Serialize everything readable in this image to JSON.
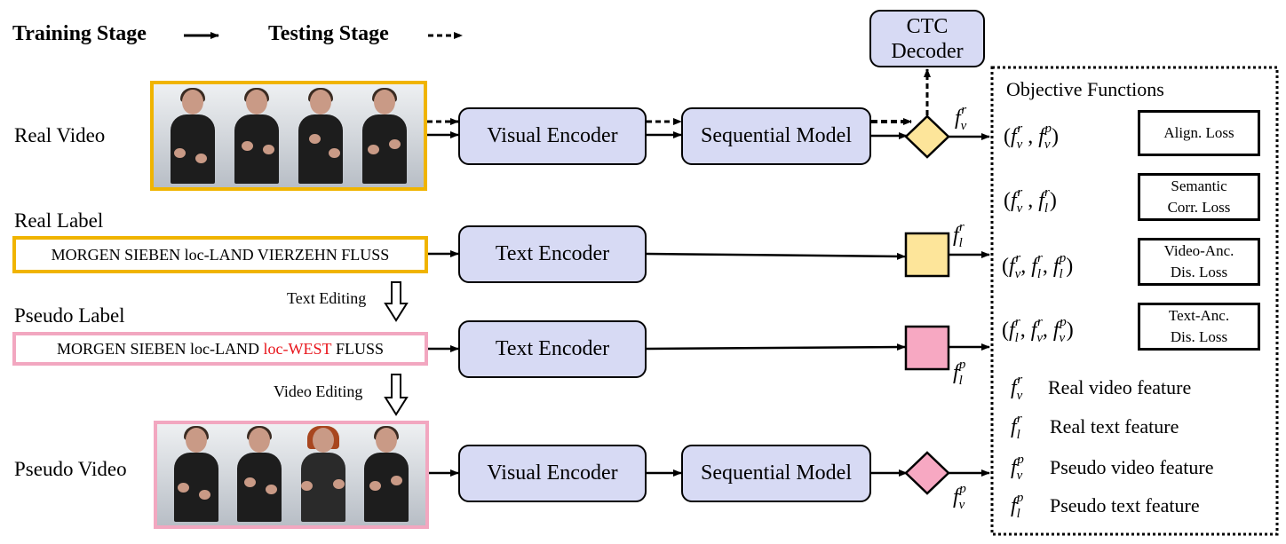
{
  "legend": {
    "training": "Training Stage",
    "testing": "Testing Stage"
  },
  "rows": {
    "real_video": "Real Video",
    "real_label": "Real Label",
    "pseudo_label": "Pseudo Label",
    "pseudo_video": "Pseudo Video"
  },
  "labels": {
    "real_text": "MORGEN SIEBEN loc-LAND VIERZEHN FLUSS",
    "pseudo_text_a": "MORGEN SIEBEN loc-LAND ",
    "pseudo_text_b": "loc-WEST",
    "pseudo_text_c": " FLUSS"
  },
  "edits": {
    "text_editing": "Text Editing",
    "video_editing": "Video Editing"
  },
  "modules": {
    "visual_encoder": "Visual Encoder",
    "sequential_model": "Sequential Model",
    "text_encoder": "Text Encoder",
    "ctc_line1": "CTC",
    "ctc_line2": "Decoder"
  },
  "objectives": {
    "title": "Objective Functions",
    "losses": [
      {
        "line1": "Align. Loss",
        "line2": ""
      },
      {
        "line1": "Semantic",
        "line2": "Corr. Loss"
      },
      {
        "line1": "Video-Anc.",
        "line2": "Dis. Loss"
      },
      {
        "line1": "Text-Anc.",
        "line2": "Dis. Loss"
      }
    ],
    "features": [
      "Real video feature",
      "Real text feature",
      "Pseudo video feature",
      "Pseudo text feature"
    ]
  },
  "colors": {
    "real_border": "#f0b400",
    "pseudo_border": "#f2a7c0",
    "module_fill": "#d7daf4",
    "real_node": "#fde59a",
    "pseudo_node": "#f7a8c2",
    "highlight_text": "#e8141b"
  }
}
